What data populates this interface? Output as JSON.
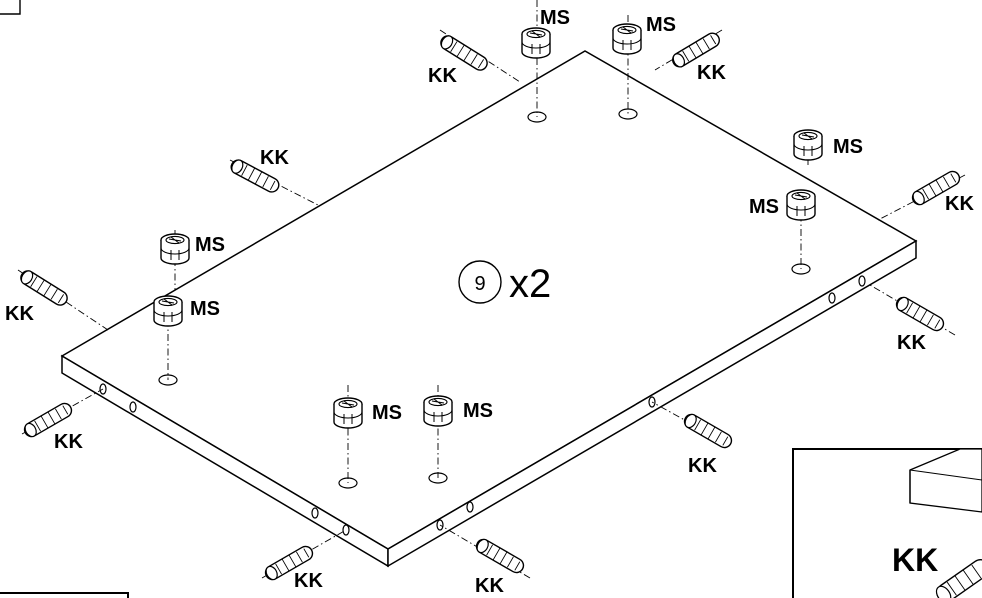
{
  "panel": {
    "part_number": "9",
    "quantity": "x2"
  },
  "labels": {
    "ms": "MS",
    "kk": "KK"
  },
  "detail": {
    "label": "KK"
  },
  "parts": [
    {
      "type": "ms",
      "label": "MS"
    },
    {
      "type": "ms",
      "label": "MS"
    },
    {
      "type": "ms",
      "label": "MS"
    },
    {
      "type": "ms",
      "label": "MS"
    },
    {
      "type": "ms",
      "label": "MS"
    },
    {
      "type": "ms",
      "label": "MS"
    },
    {
      "type": "ms",
      "label": "MS"
    },
    {
      "type": "ms",
      "label": "MS"
    },
    {
      "type": "kk",
      "label": "KK"
    },
    {
      "type": "kk",
      "label": "KK"
    },
    {
      "type": "kk",
      "label": "KK"
    },
    {
      "type": "kk",
      "label": "KK"
    },
    {
      "type": "kk",
      "label": "KK"
    },
    {
      "type": "kk",
      "label": "KK"
    },
    {
      "type": "kk",
      "label": "KK"
    },
    {
      "type": "kk",
      "label": "KK"
    },
    {
      "type": "kk",
      "label": "KK"
    },
    {
      "type": "kk",
      "label": "KK"
    }
  ]
}
